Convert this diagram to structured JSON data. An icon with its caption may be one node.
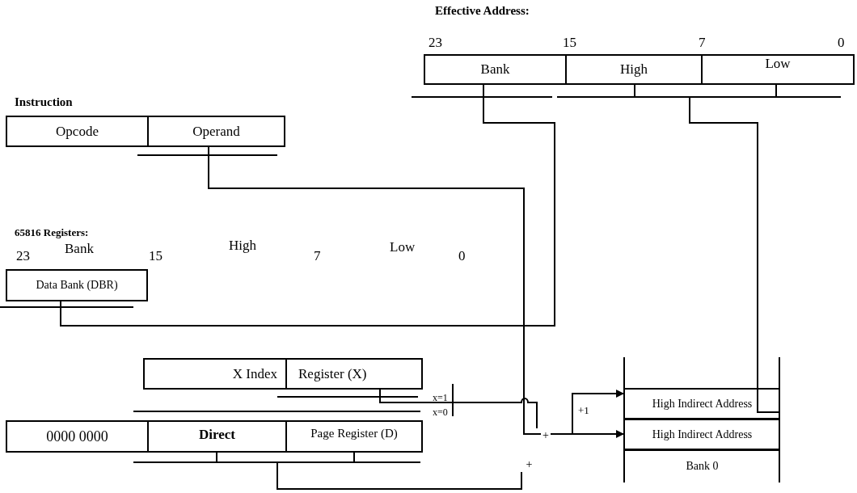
{
  "diagram": {
    "nodes": [
      {
        "text": [
          "Bank"
        ]
      },
      {
        "text": [
          "High"
        ]
      },
      {
        "text": [
          "Low"
        ]
      },
      {
        "text": [
          "Opcode"
        ]
      },
      {
        "text": [
          "Operand"
        ]
      },
      {
        "text": [
          "Data Bank (DBR)"
        ]
      },
      {
        "text": [
          "X Index"
        ]
      },
      {
        "text": [
          "Register (X)"
        ]
      },
      {
        "text": [
          "0000 0000"
        ]
      },
      {
        "text": [
          "Direct"
        ]
      },
      {
        "text": [
          "Page Register (D)"
        ]
      },
      {
        "text": [
          "+"
        ]
      },
      {
        "text": [
          "+"
        ]
      },
      {
        "text": [
          "High Indirect Address"
        ]
      },
      {
        "text": [
          "High Indirect Address"
        ]
      },
      {
        "text": [
          "Bank 0"
        ]
      }
    ],
    "edges": [
      {
        "from": 4,
        "to": 11,
        "arrow": "none"
      },
      {
        "from": 7,
        "to": 11,
        "arrow": "none"
      },
      {
        "from": 9,
        "to": 12,
        "arrow": "none"
      },
      {
        "from": 10,
        "to": 12,
        "arrow": "none"
      },
      {
        "from": 11,
        "to": 14,
        "arrow": "to"
      },
      {
        "from": 11,
        "to": 13,
        "arrow": "to",
        "label": "+1"
      },
      {
        "from": 5,
        "to": 0,
        "arrow": "none"
      },
      {
        "from": 13,
        "to": 1,
        "arrow": "none"
      },
      {
        "from": 13,
        "to": 2,
        "arrow": "none"
      }
    ],
    "labels": [
      "Effective Address:",
      "23",
      "15",
      "7",
      "0",
      "Instruction",
      "65816 Registers:",
      "23",
      "Bank",
      "15",
      "High",
      "7",
      "Low",
      "0",
      "x=1",
      "x=0"
    ]
  }
}
